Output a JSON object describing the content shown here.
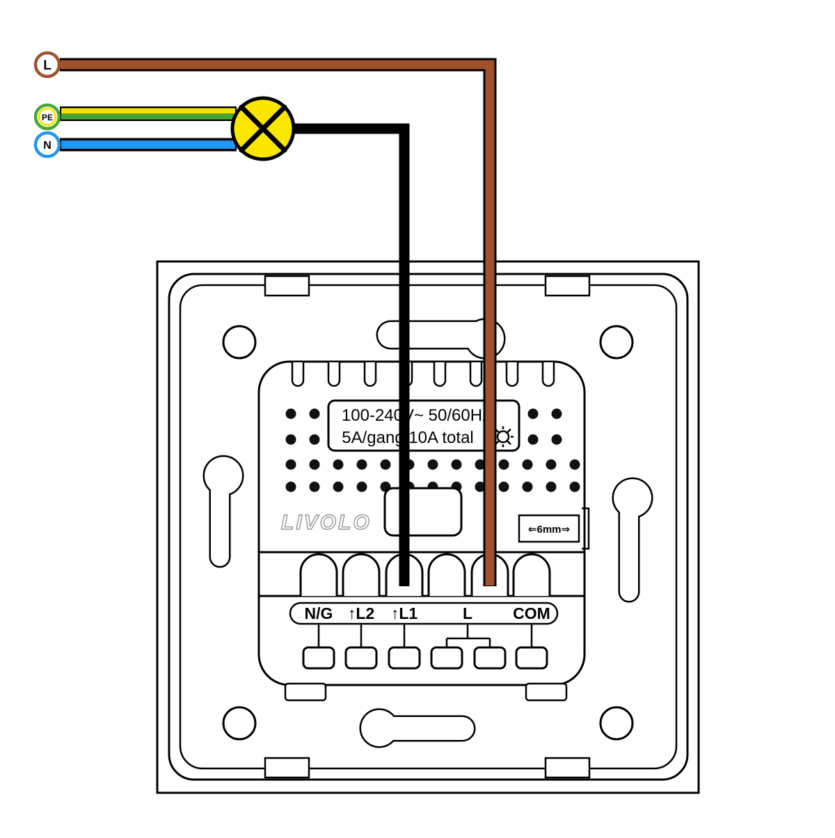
{
  "diagram": {
    "sources": [
      {
        "label": "L",
        "ring_color": "#A0522D"
      },
      {
        "label": "PE",
        "ring_color": "#46A636",
        "inner_ring_color": "#F2E400"
      },
      {
        "label": "N",
        "ring_color": "#2196F3"
      }
    ],
    "lamp": {
      "fill": "#FBE600"
    },
    "wires": {
      "live": "#A0522D",
      "neutral": "#2196F3",
      "earth_green": "#46A636",
      "earth_yellow": "#F2E400",
      "load": "#000000"
    },
    "panel": {
      "ratings_line1": "100-240V~ 50/60Hz",
      "ratings_line2": "5A/gang 10A total",
      "logo": "LIVOLO",
      "strip_gauge": "⇐6mm⇒",
      "terminals": [
        "N/G",
        "↑L2",
        "↑L1",
        "L",
        "COM"
      ]
    }
  }
}
